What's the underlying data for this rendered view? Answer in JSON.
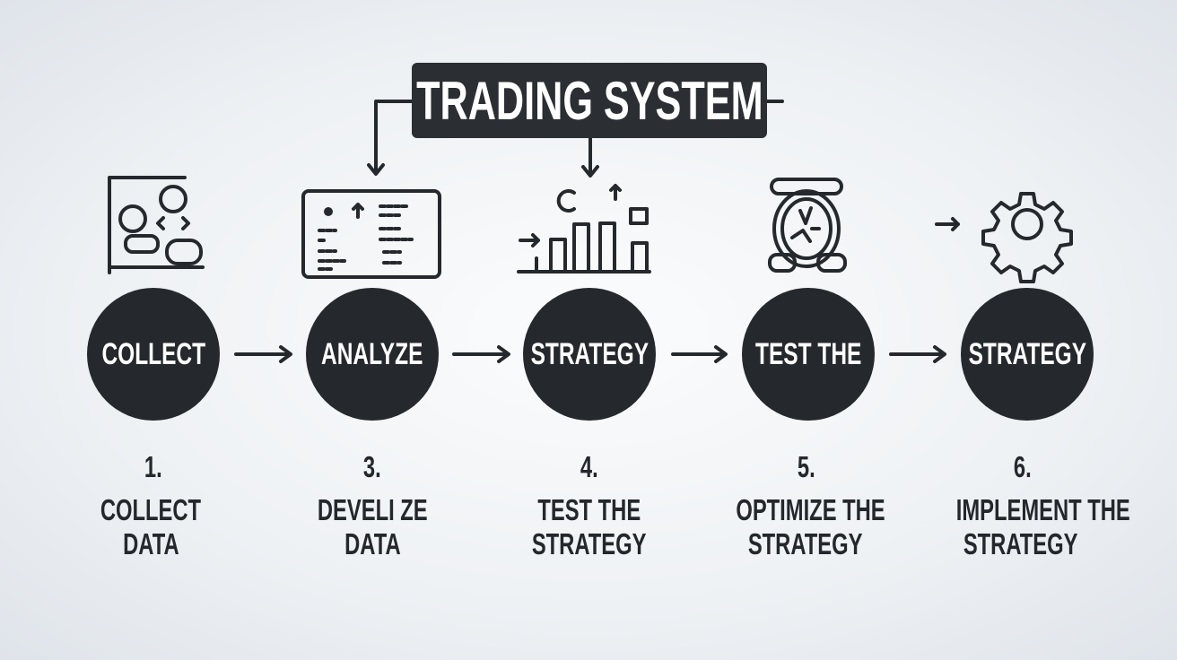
{
  "title": "TRADING SYSTEM",
  "circles": [
    "COLLECT",
    "ANALYZE",
    "STRATEGY",
    "TEST THE",
    "STRATEGY"
  ],
  "steps": [
    {
      "number": "1.",
      "line1": "COLLECT",
      "line2": "DATA"
    },
    {
      "number": "3.",
      "line1": "DEVELI ZE",
      "line2": "DATA"
    },
    {
      "number": "4.",
      "line1": "TEST THE",
      "line2": "STRATEGY"
    },
    {
      "number": "5.",
      "line1": "OPTIMIZE THE",
      "line2": "STRATEGY"
    },
    {
      "number": "6.",
      "line1": "IMPLEMENT THE",
      "line2": "STRATEGY"
    }
  ],
  "colors": {
    "dark": "#25282d",
    "background": "#eef1f4"
  }
}
